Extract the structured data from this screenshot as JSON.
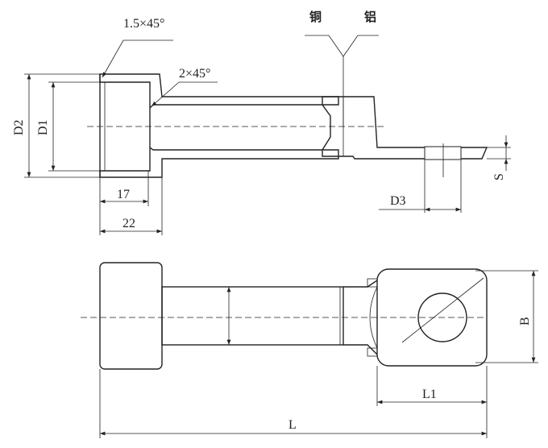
{
  "labels": {
    "chamfer_1": "1.5×45°",
    "chamfer_2": "2×45°",
    "copper": "铜",
    "aluminum": "铝",
    "d2": "D2",
    "d1": "D1",
    "dim_17": "17",
    "dim_22": "22",
    "d3": "D3",
    "s": "S",
    "b": "B",
    "l1": "L1",
    "l": "L"
  },
  "colors": {
    "line": "#222222",
    "background": "#ffffff"
  }
}
